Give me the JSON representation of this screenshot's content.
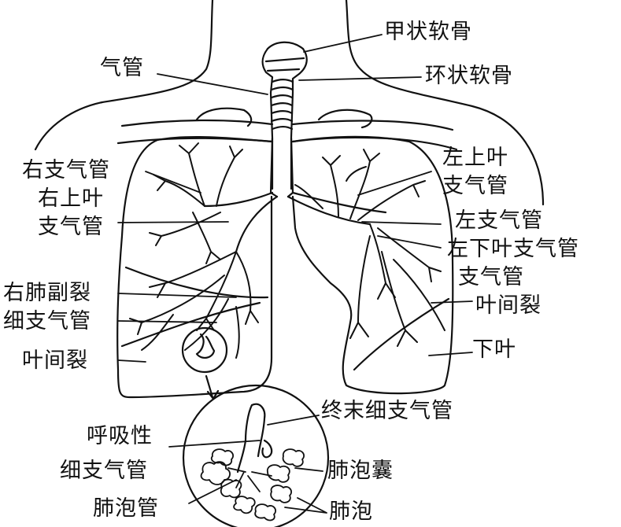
{
  "labels": {
    "thyroid_cartilage": "甲状软骨",
    "cricoid_cartilage": "环状软骨",
    "trachea": "气管",
    "right_bronchus": "右支气管",
    "right_upper_lobe_bronchus_1": "右上叶",
    "right_upper_lobe_bronchus_2": "支气管",
    "left_upper_lobe_bronchus_1": "左上叶",
    "left_upper_lobe_bronchus_2": "支气管",
    "left_bronchus": "左支气管",
    "left_lower_lobe_bronchus_1": "左下叶支气管",
    "left_lower_lobe_bronchus_2": "支气管",
    "right_accessory_fissure": "右肺副裂",
    "bronchiole": "细支气管",
    "interlobar_fissure_left": "叶间裂",
    "interlobar_fissure_right": "叶间裂",
    "lower_lobe": "下叶",
    "terminal_bronchiole": "终末细支气管",
    "respiratory_bronchiole_1": "呼吸性",
    "respiratory_bronchiole_2": "细支气管",
    "alveolar_sac": "肺泡囊",
    "alveolar_duct": "肺泡管",
    "alveoli": "肺泡"
  },
  "colors": {
    "ink": "#111111",
    "paper": "#ffffff"
  }
}
